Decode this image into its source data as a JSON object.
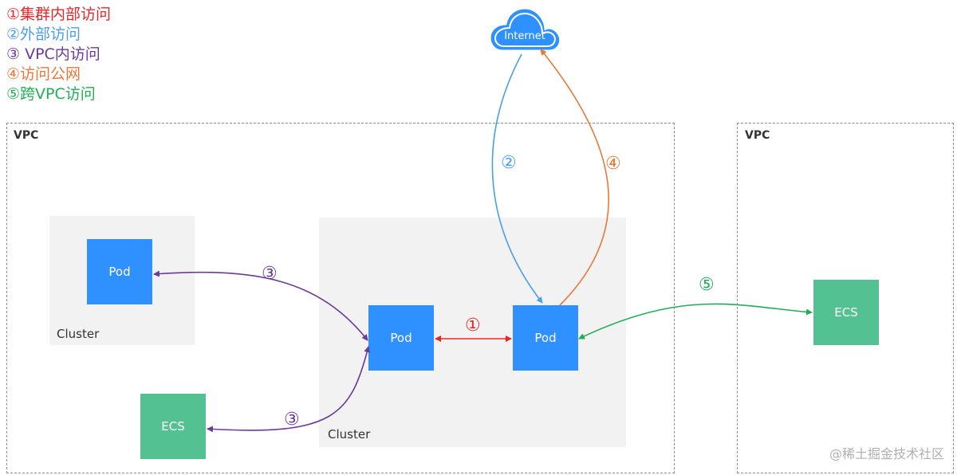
{
  "colors": {
    "intra_cluster": "#e8262a",
    "external": "#4a9eea",
    "vpc_internal": "#6b3a9c",
    "public": "#e8793a",
    "cross_vpc": "#1fae55",
    "pod": "#2f90ff",
    "ecs": "#54c193",
    "cloud": "#2f90ff",
    "cluster_bg": "#f2f2f2",
    "dashed_border": "#8c8c8c",
    "watermark": "#b0b0b0"
  },
  "legend": [
    {
      "text": "①集群内部访问",
      "color": "#e8262a"
    },
    {
      "text": "②外部访问",
      "color": "#4a9eea"
    },
    {
      "text": "③ VPC内访问",
      "color": "#6b3a9c"
    },
    {
      "text": "④访问公网",
      "color": "#e8793a"
    },
    {
      "text": "⑤跨VPC访问",
      "color": "#1fae55"
    }
  ],
  "vpcs": [
    {
      "label": "VPC"
    },
    {
      "label": "VPC"
    }
  ],
  "clusters": [
    {
      "label": "Cluster"
    },
    {
      "label": "Cluster"
    }
  ],
  "nodes": {
    "pod_left": "Pod",
    "pod_center_left": "Pod",
    "pod_center_right": "Pod",
    "ecs_left": "ECS",
    "ecs_right": "ECS"
  },
  "cloud": {
    "label": "Internet",
    "icon": "cloud-icon"
  },
  "badges": {
    "b1": "①",
    "b2": "②",
    "b3a": "③",
    "b3b": "③",
    "b4": "④",
    "b5": "⑤"
  },
  "watermark": "@稀土掘金技术社区"
}
